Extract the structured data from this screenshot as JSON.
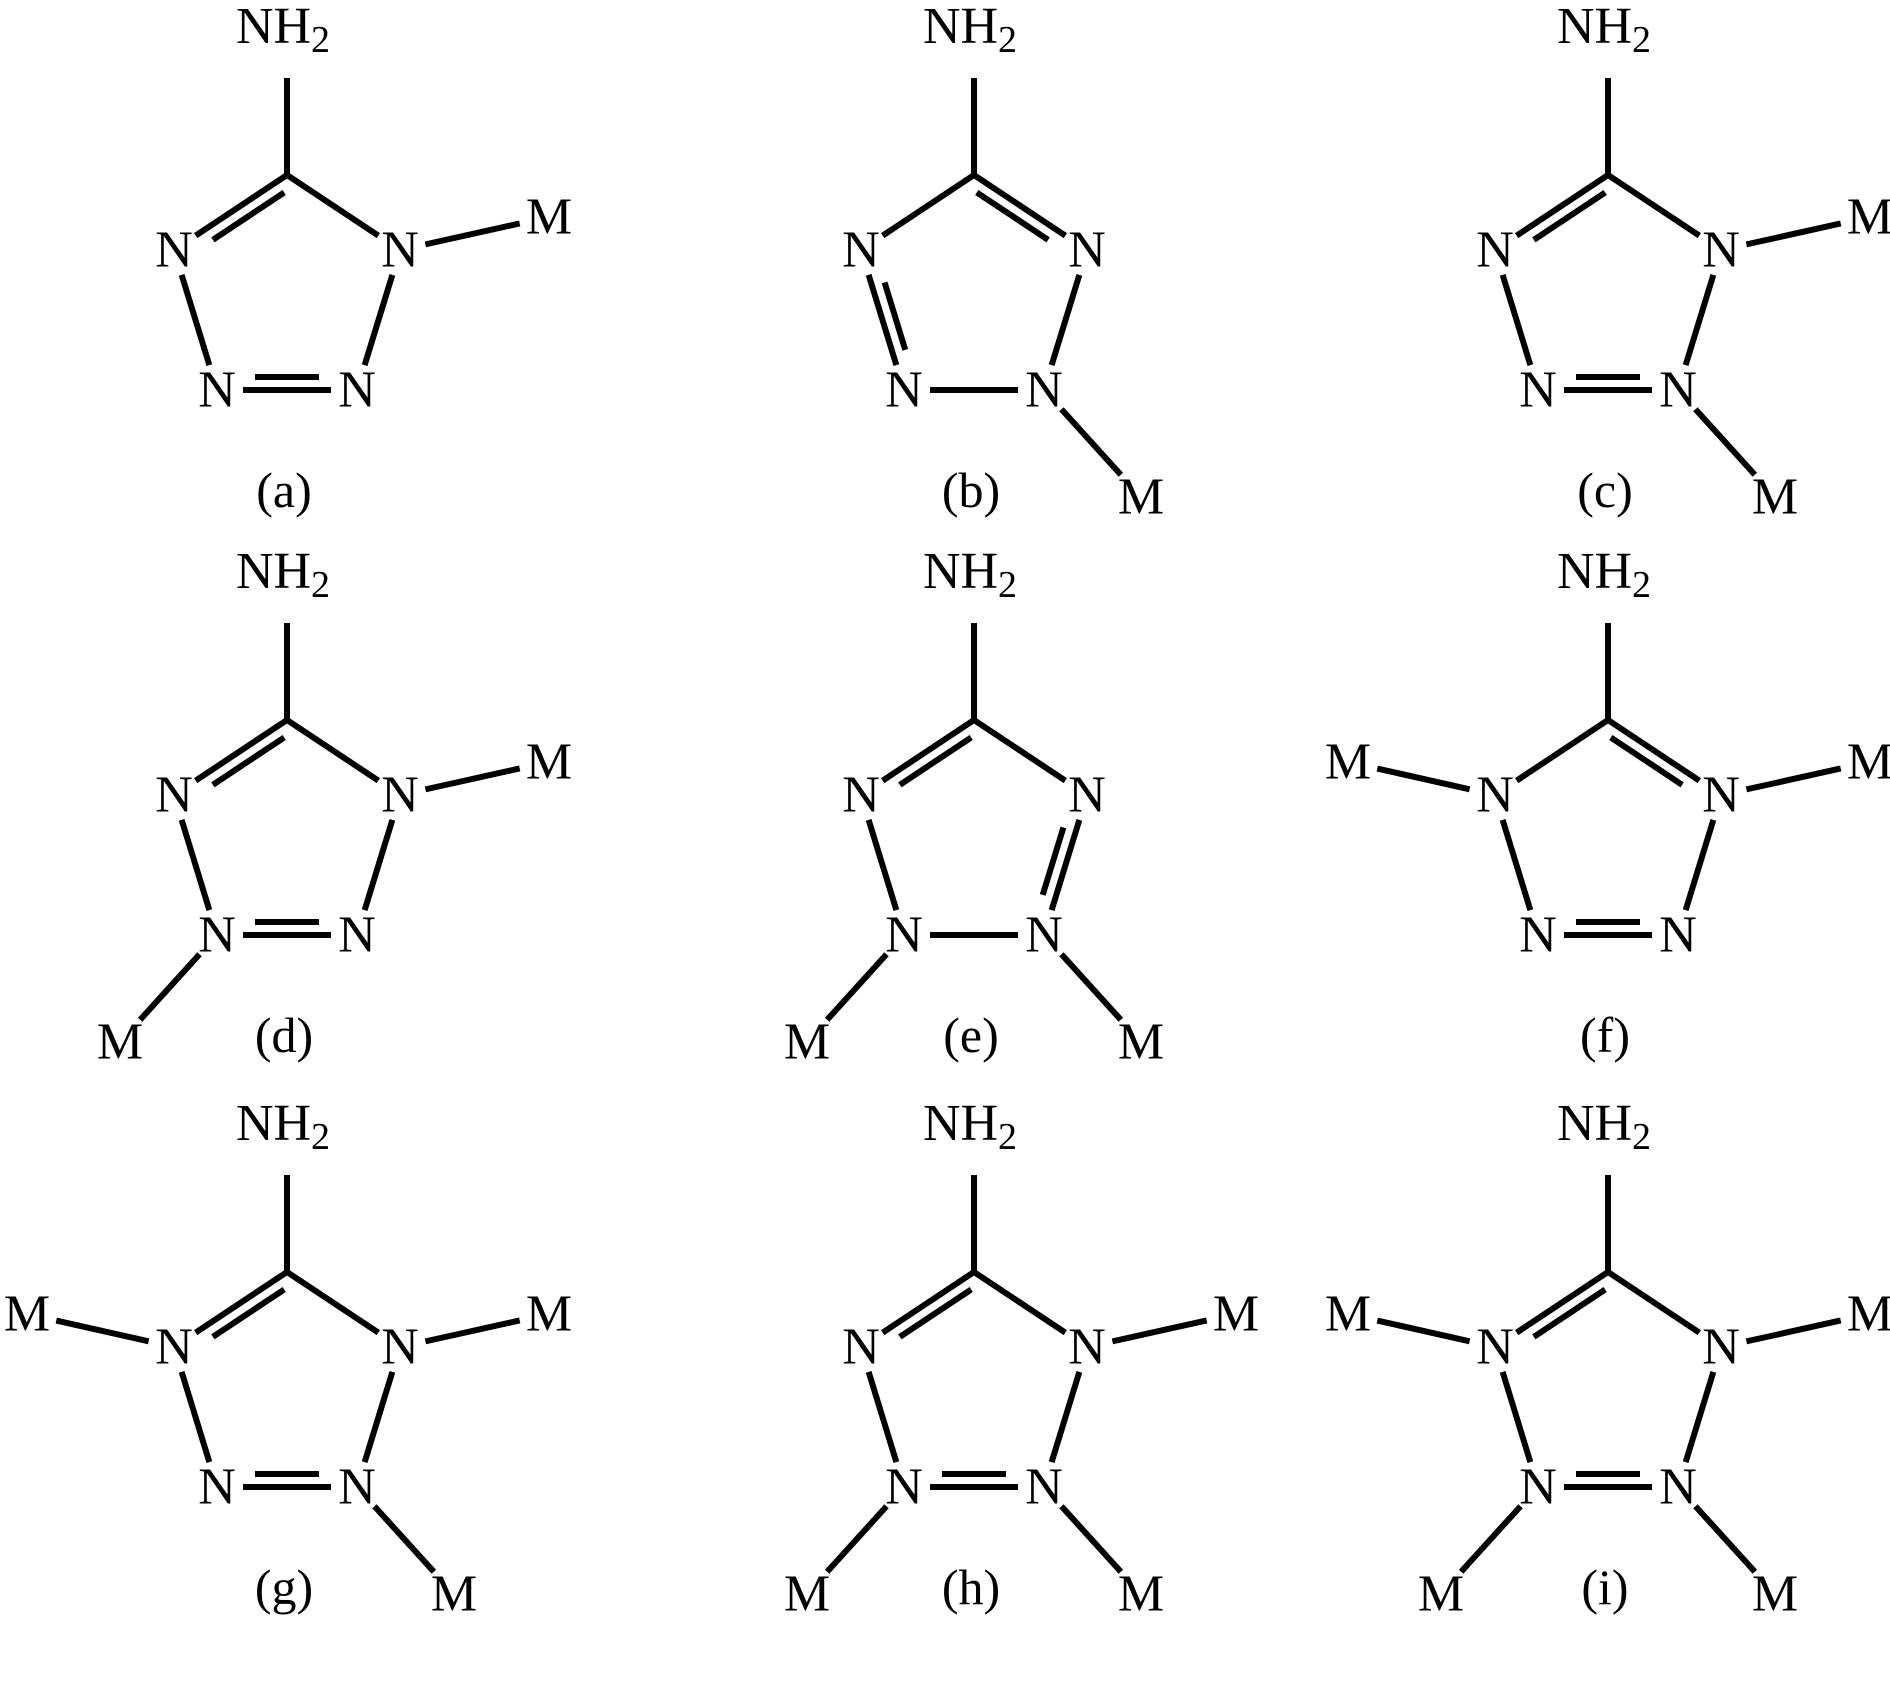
{
  "labels": {
    "amine": "NH",
    "amine_subscript": "2",
    "nitrogen": "N",
    "metal": "M"
  },
  "captions": [
    "(a)",
    "(b)",
    "(c)",
    "(d)",
    "(e)",
    "(f)",
    "(g)",
    "(h)",
    "(i)"
  ],
  "structures": [
    {
      "caption": "(a)",
      "metal_on": [
        "N1"
      ],
      "double_bonds": [
        "C5=N4",
        "N2=N3"
      ]
    },
    {
      "caption": "(b)",
      "metal_on": [
        "N2"
      ],
      "double_bonds": [
        "C5=N1",
        "N3=N4"
      ]
    },
    {
      "caption": "(c)",
      "metal_on": [
        "N1",
        "N2"
      ],
      "double_bonds": [
        "C5=N4",
        "N2=N3"
      ]
    },
    {
      "caption": "(d)",
      "metal_on": [
        "N1",
        "N3"
      ],
      "double_bonds": [
        "C5=N4",
        "N2=N3"
      ]
    },
    {
      "caption": "(e)",
      "metal_on": [
        "N2",
        "N3"
      ],
      "double_bonds": [
        "C5=N4",
        "N1=N2"
      ]
    },
    {
      "caption": "(f)",
      "metal_on": [
        "N1",
        "N4"
      ],
      "double_bonds": [
        "C5=N1",
        "N2=N3"
      ]
    },
    {
      "caption": "(g)",
      "metal_on": [
        "N1",
        "N2",
        "N4"
      ],
      "double_bonds": [
        "C5=N4",
        "N2=N3"
      ]
    },
    {
      "caption": "(h)",
      "metal_on": [
        "N1",
        "N2",
        "N3"
      ],
      "double_bonds": [
        "C5=N4",
        "N2=N3"
      ]
    },
    {
      "caption": "(i)",
      "metal_on": [
        "N1",
        "N2",
        "N3",
        "N4"
      ],
      "double_bonds": [
        "C5=N4",
        "N2=N3"
      ]
    }
  ]
}
